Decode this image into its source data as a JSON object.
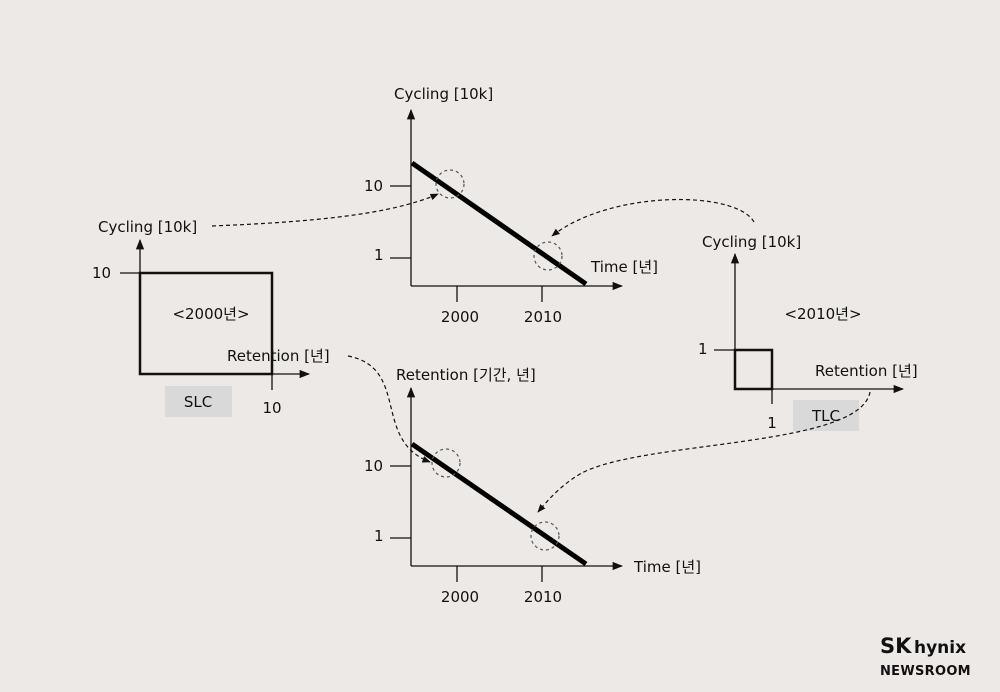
{
  "left_panel": {
    "y_axis_label": "Cycling [10k]",
    "x_axis_label": "Retention [년]",
    "y_tick": "10",
    "x_tick": "10",
    "box_label": "<2000년>",
    "badge": "SLC"
  },
  "right_panel": {
    "y_axis_label": "Cycling [10k]",
    "x_axis_label": "Retention [년]",
    "y_tick": "1",
    "x_tick": "1",
    "box_label": "<2010년>",
    "badge": "TLC"
  },
  "top_chart": {
    "y_axis_label": "Cycling [10k]",
    "x_axis_label": "Time [년]",
    "y_ticks": [
      "10",
      "1"
    ],
    "x_ticks": [
      "2000",
      "2010"
    ]
  },
  "bottom_chart": {
    "y_axis_label": "Retention [기간, 년]",
    "x_axis_label": "Time [년]",
    "y_ticks": [
      "10",
      "1"
    ],
    "x_ticks": [
      "2000",
      "2010"
    ]
  },
  "brand": {
    "logo_sk": "SK",
    "logo_hynix": "hynix",
    "newsroom": "NEWSROOM"
  },
  "colors": {
    "background": "#ece9e6",
    "badge": "#d9d9d9",
    "line": "#000000"
  }
}
